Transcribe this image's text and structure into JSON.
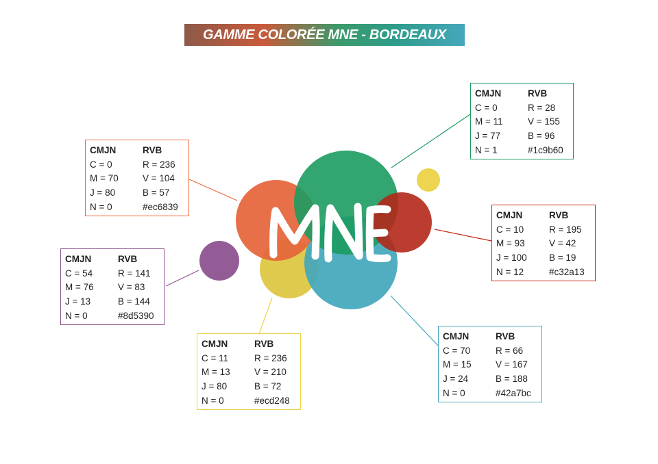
{
  "title": "GAMME COLORÉE MNE - BORDEAUX",
  "logo_text": "MNE",
  "swatches": {
    "green": {
      "color": "#1c9b60",
      "cmjn_header": "CMJN",
      "rvb_header": "RVB",
      "cmjn": [
        "C = 0",
        "M = 11",
        "J = 77",
        "N = 1"
      ],
      "rvb": [
        "R = 28",
        "V = 155",
        "B = 96",
        "#1c9b60"
      ]
    },
    "orange": {
      "color": "#ec6839",
      "cmjn_header": "CMJN",
      "rvb_header": "RVB",
      "cmjn": [
        "C = 0",
        "M = 70",
        "J = 80",
        "N = 0"
      ],
      "rvb": [
        "R = 236",
        "V = 104",
        "B = 57",
        "#ec6839"
      ]
    },
    "red": {
      "color": "#c32a13",
      "cmjn_header": "CMJN",
      "rvb_header": "RVB",
      "cmjn": [
        "C = 10",
        "M = 93",
        "J = 100",
        "N = 12"
      ],
      "rvb": [
        "R = 195",
        "V = 42",
        "B = 19",
        "#c32a13"
      ]
    },
    "purple": {
      "color": "#8d5390",
      "cmjn_header": "CMJN",
      "rvb_header": "RVB",
      "cmjn": [
        "C = 54",
        "M = 76",
        "J = 13",
        "N = 0"
      ],
      "rvb": [
        "R = 141",
        "V = 83",
        "B = 144",
        "#8d5390"
      ]
    },
    "yellow": {
      "color": "#ecd248",
      "cmjn_header": "CMJN",
      "rvb_header": "RVB",
      "cmjn": [
        "C = 11",
        "M = 13",
        "J = 80",
        "N = 0"
      ],
      "rvb": [
        "R = 236",
        "V = 210",
        "B = 72",
        "#ecd248"
      ]
    },
    "blue": {
      "color": "#42a7bc",
      "cmjn_header": "CMJN",
      "rvb_header": "RVB",
      "cmjn": [
        "C = 70",
        "M = 15",
        "J = 24",
        "N = 0"
      ],
      "rvb": [
        "R = 66",
        "V = 167",
        "B = 188",
        "#42a7bc"
      ]
    }
  }
}
